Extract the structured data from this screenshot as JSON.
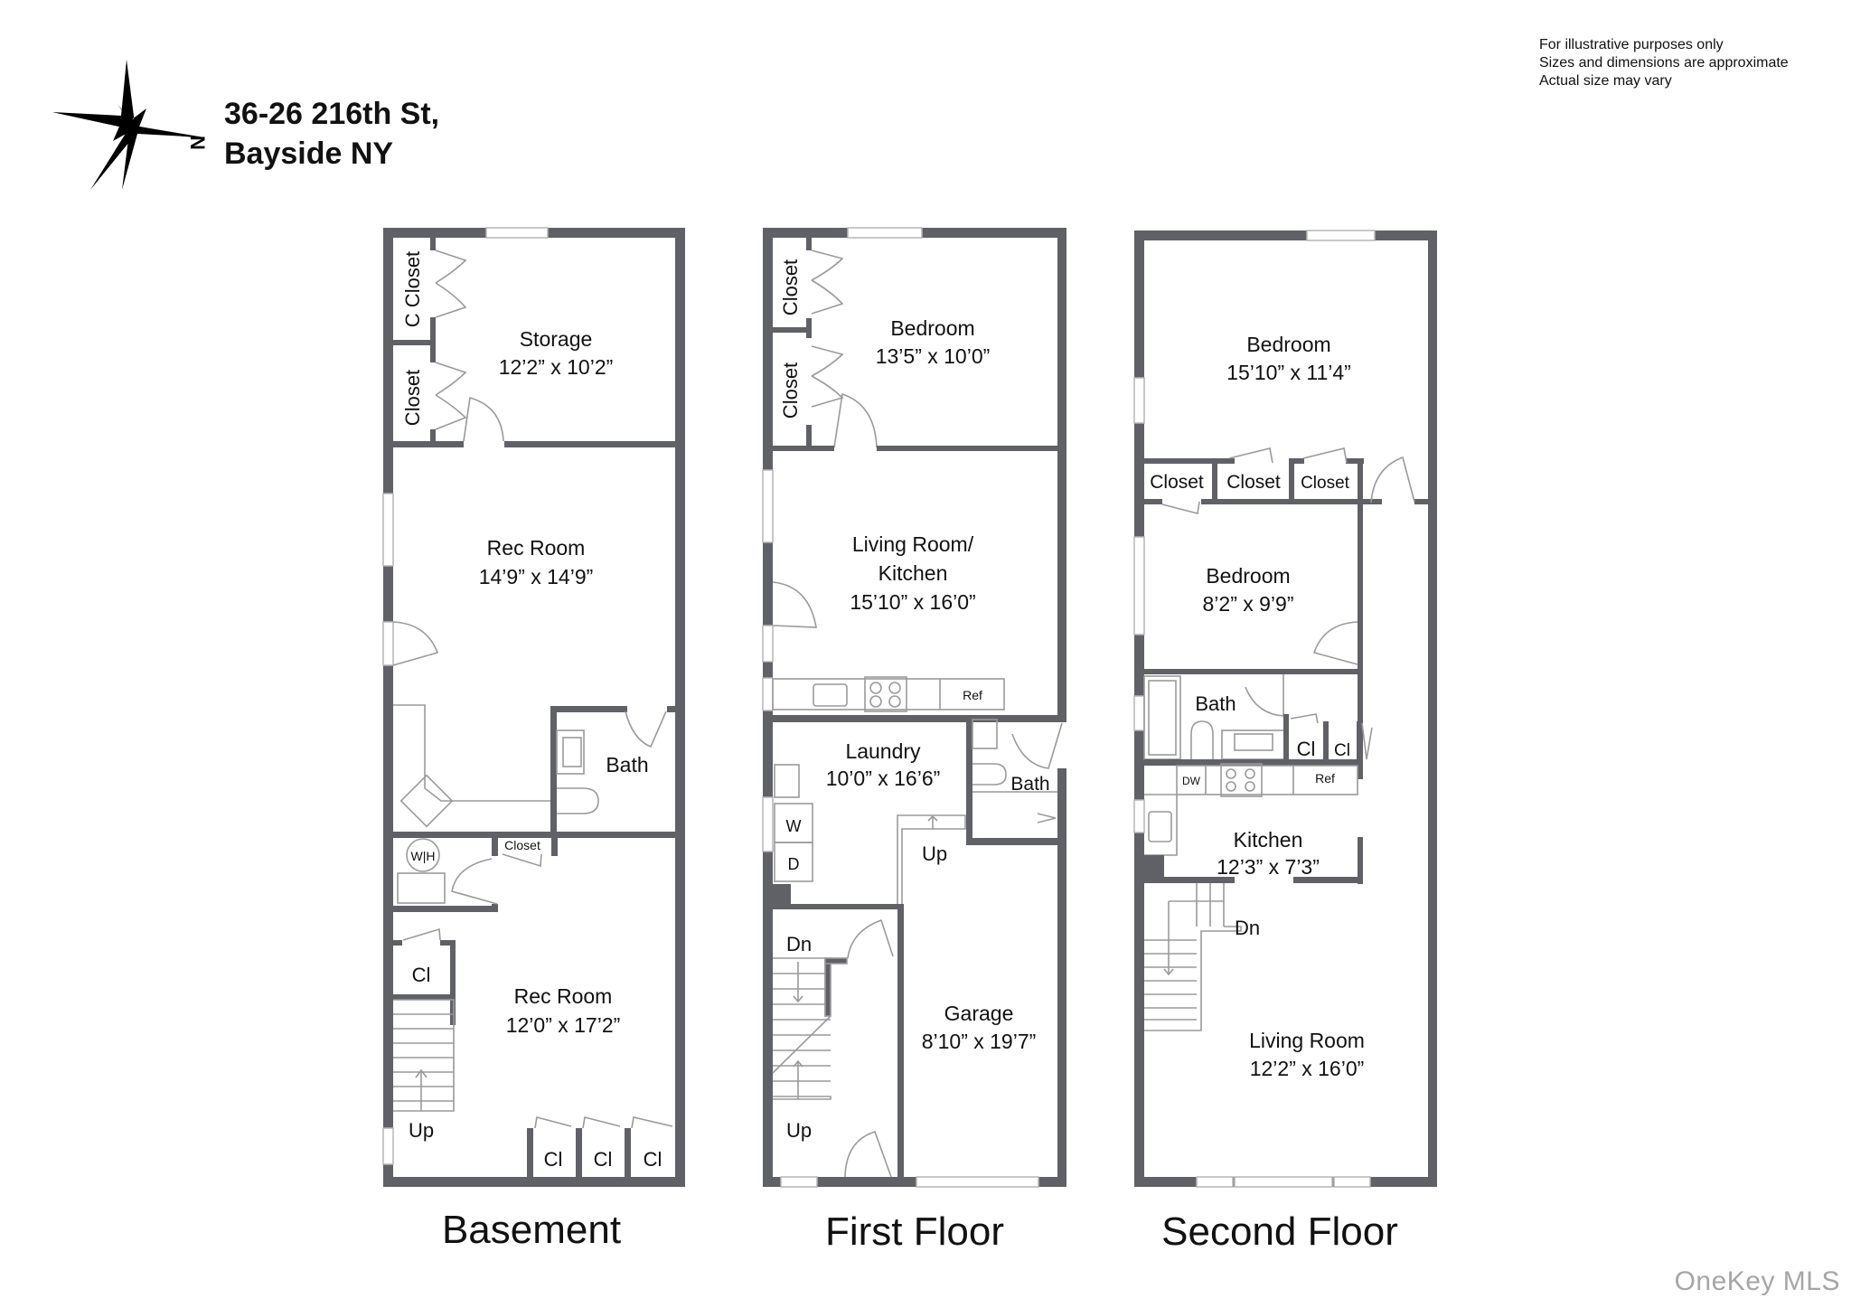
{
  "header": {
    "address_line1": "36-26 216th St,",
    "address_line2": "Bayside NY",
    "compass": {
      "icon": "compass-rose-icon",
      "north_label": "N"
    }
  },
  "disclaimer": [
    "For illustrative purposes only",
    "Sizes and dimensions are approximate",
    "Actual size may vary"
  ],
  "watermark": "OneKey MLS",
  "colors": {
    "wall": "#5f6166",
    "fixture": "#9a9a9a",
    "text": "#111111",
    "watermark": "#a6a6a6"
  },
  "floors": [
    {
      "name": "Basement",
      "rooms": [
        {
          "name": "Storage",
          "dims": "12’2” x 10’2”"
        },
        {
          "name": "C Closet",
          "dims": ""
        },
        {
          "name": "Closet",
          "dims": ""
        },
        {
          "name": "Rec Room",
          "dims": "14’9” x 14’9”"
        },
        {
          "name": "Bath",
          "dims": ""
        },
        {
          "name": "Closet",
          "dims": ""
        },
        {
          "name": "Rec Room",
          "dims": "12’0” x 17’2”"
        },
        {
          "name": "Cl",
          "dims": ""
        },
        {
          "name": "Cl",
          "dims": ""
        },
        {
          "name": "Cl",
          "dims": ""
        },
        {
          "name": "Cl",
          "dims": ""
        }
      ],
      "fixtures": [
        "W|H",
        "Up"
      ]
    },
    {
      "name": "First Floor",
      "rooms": [
        {
          "name": "Bedroom",
          "dims": "13’5” x 10’0”"
        },
        {
          "name": "Closet",
          "dims": ""
        },
        {
          "name": "Closet",
          "dims": ""
        },
        {
          "name": "Living Room/",
          "name2": "Kitchen",
          "dims": "15’10” x 16’0”"
        },
        {
          "name": "Laundry",
          "dims": "10’0” x 16’6”"
        },
        {
          "name": "Bath",
          "dims": ""
        },
        {
          "name": "Garage",
          "dims": "8’10” x 19’7”"
        }
      ],
      "fixtures": [
        "Ref",
        "W",
        "D",
        "Up",
        "Dn",
        "Up"
      ]
    },
    {
      "name": "Second Floor",
      "rooms": [
        {
          "name": "Bedroom",
          "dims": "15’10” x 11’4”"
        },
        {
          "name": "Closet",
          "dims": ""
        },
        {
          "name": "Closet",
          "dims": ""
        },
        {
          "name": "Closet",
          "dims": ""
        },
        {
          "name": "Bedroom",
          "dims": "8’2” x 9’9”"
        },
        {
          "name": "Bath",
          "dims": ""
        },
        {
          "name": "Cl",
          "dims": ""
        },
        {
          "name": "Cl",
          "dims": ""
        },
        {
          "name": "Kitchen",
          "dims": "12’3” x 7’3”"
        },
        {
          "name": "Living Room",
          "dims": "12’2” x 16’0”"
        }
      ],
      "fixtures": [
        "DW",
        "Ref",
        "Dn"
      ]
    }
  ]
}
